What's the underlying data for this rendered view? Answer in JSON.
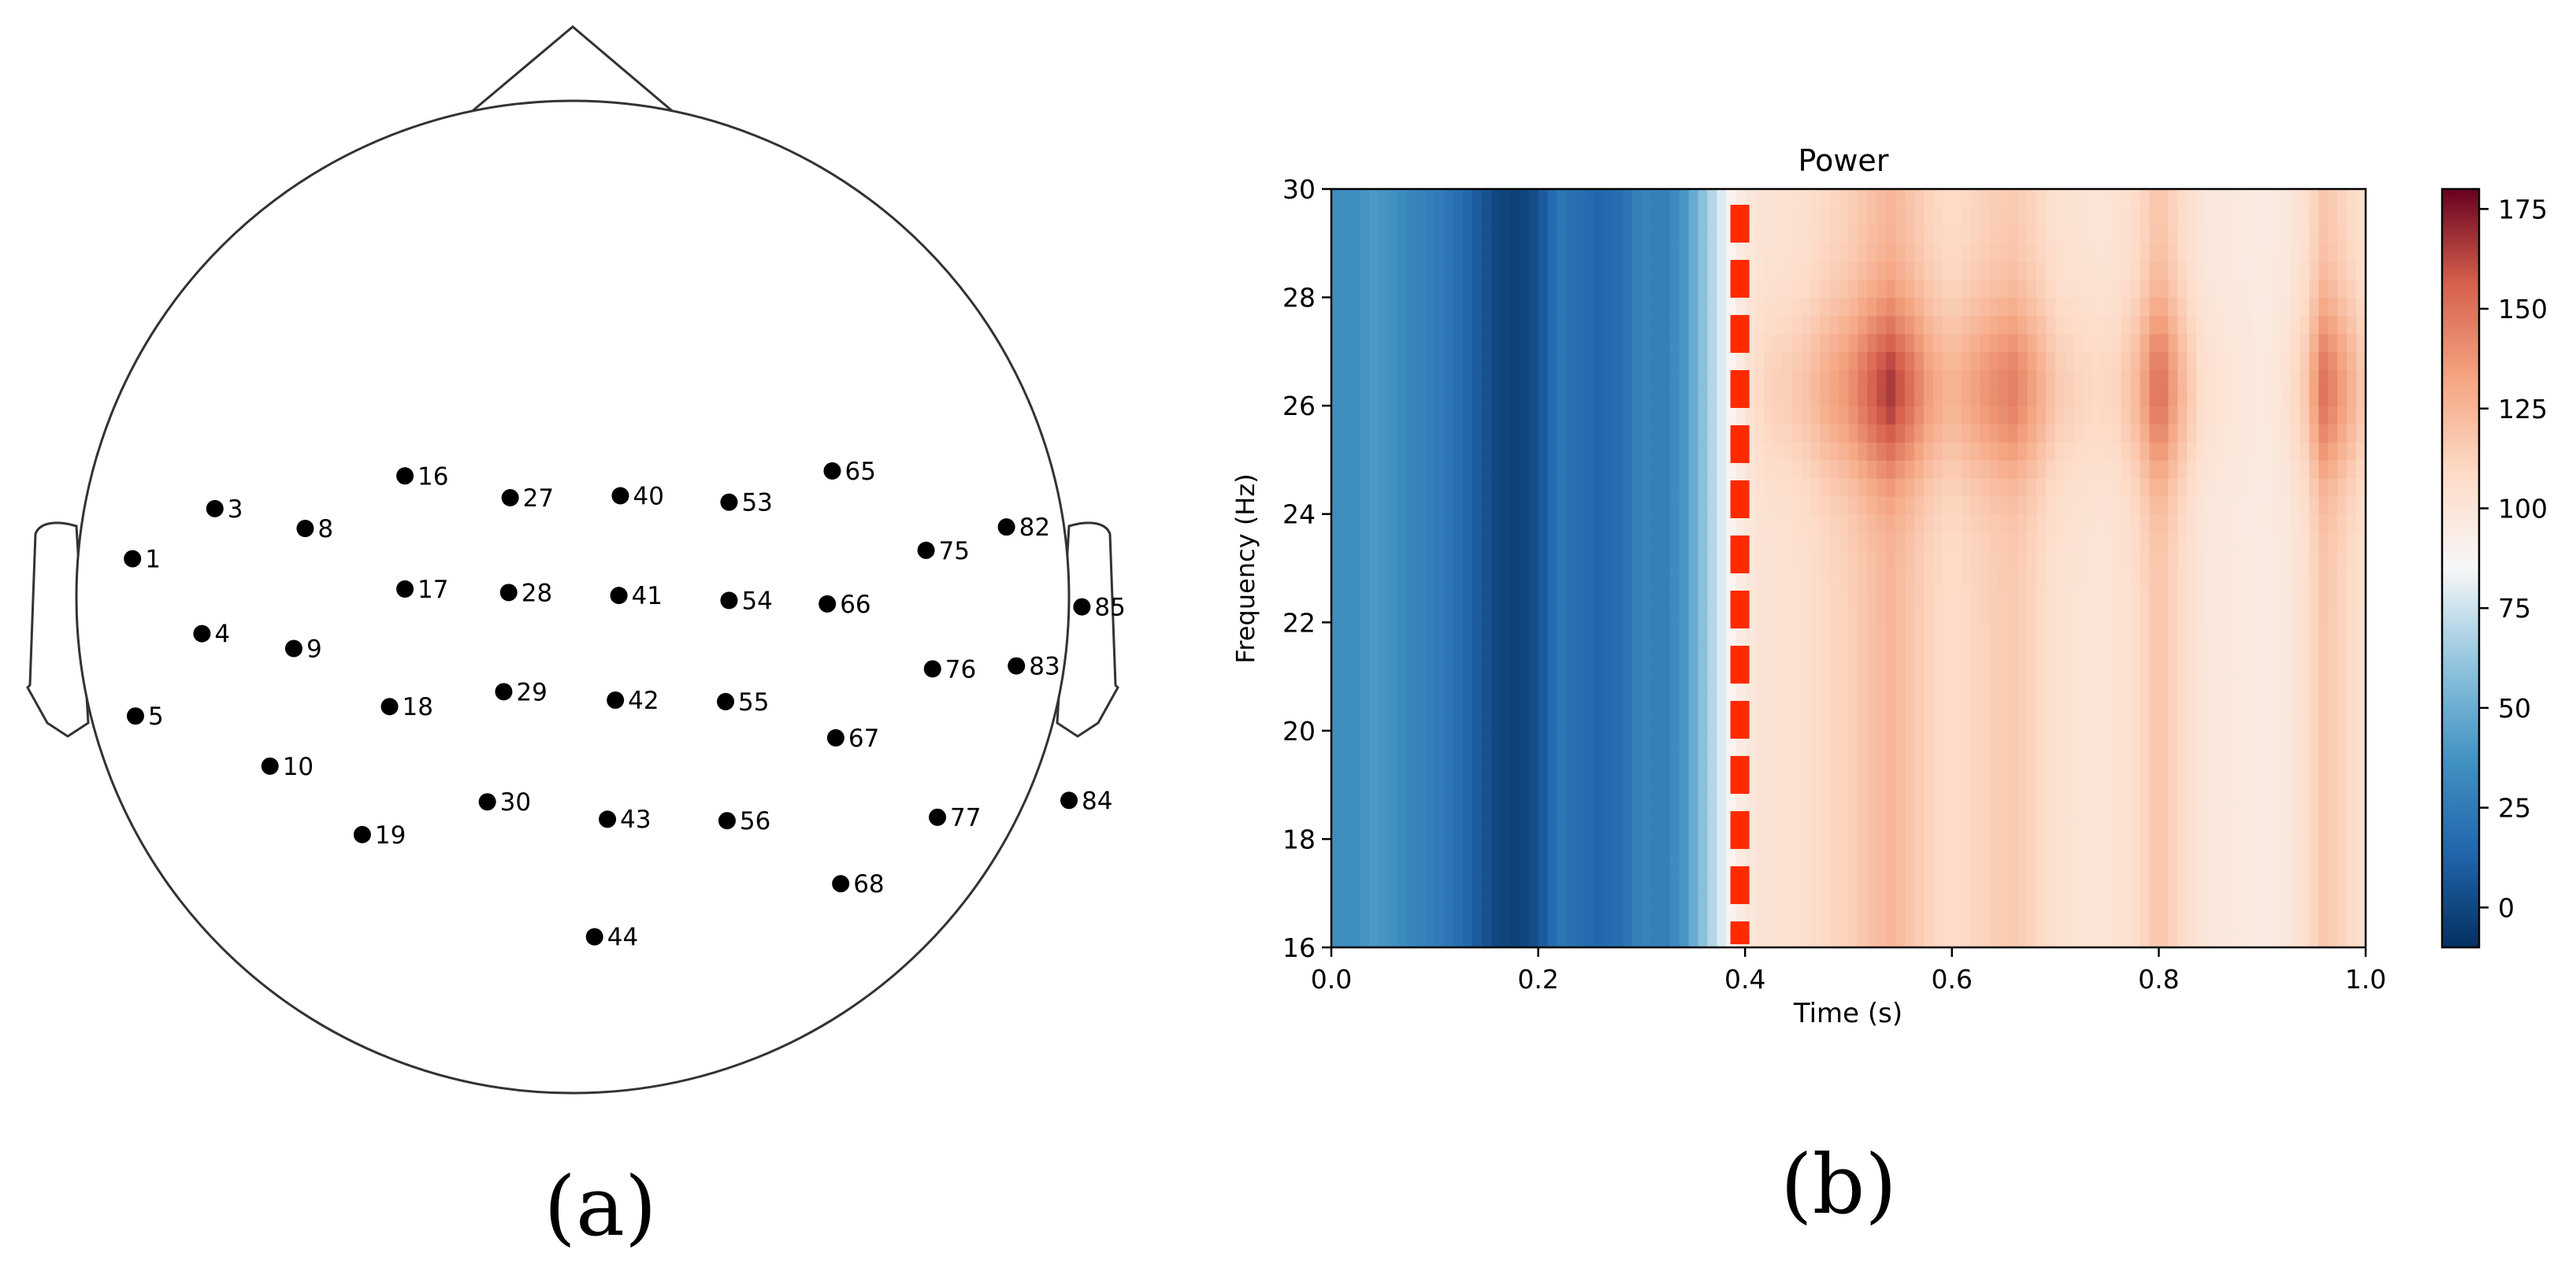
{
  "chart_data": [
    {
      "type": "scatter",
      "panel_label": "(a)",
      "electrodes": [
        {
          "label": "1",
          "x": -0.887,
          "y": 0.077
        },
        {
          "label": "3",
          "x": -0.721,
          "y": 0.178
        },
        {
          "label": "4",
          "x": -0.747,
          "y": -0.074
        },
        {
          "label": "5",
          "x": -0.881,
          "y": -0.24
        },
        {
          "label": "8",
          "x": -0.539,
          "y": 0.138
        },
        {
          "label": "9",
          "x": -0.562,
          "y": -0.104
        },
        {
          "label": "10",
          "x": -0.61,
          "y": -0.341
        },
        {
          "label": "16",
          "x": -0.338,
          "y": 0.244
        },
        {
          "label": "17",
          "x": -0.338,
          "y": 0.016
        },
        {
          "label": "18",
          "x": -0.369,
          "y": -0.221
        },
        {
          "label": "19",
          "x": -0.424,
          "y": -0.479
        },
        {
          "label": "27",
          "x": -0.126,
          "y": 0.2
        },
        {
          "label": "28",
          "x": -0.129,
          "y": 0.009
        },
        {
          "label": "29",
          "x": -0.139,
          "y": -0.191
        },
        {
          "label": "30",
          "x": -0.172,
          "y": -0.413
        },
        {
          "label": "40",
          "x": 0.096,
          "y": 0.204
        },
        {
          "label": "41",
          "x": 0.093,
          "y": 0.003
        },
        {
          "label": "42",
          "x": 0.086,
          "y": -0.208
        },
        {
          "label": "43",
          "x": 0.07,
          "y": -0.448
        },
        {
          "label": "44",
          "x": 0.044,
          "y": -0.685
        },
        {
          "label": "53",
          "x": 0.315,
          "y": 0.191
        },
        {
          "label": "54",
          "x": 0.315,
          "y": -0.007
        },
        {
          "label": "55",
          "x": 0.308,
          "y": -0.211
        },
        {
          "label": "56",
          "x": 0.311,
          "y": -0.451
        },
        {
          "label": "65",
          "x": 0.523,
          "y": 0.254
        },
        {
          "label": "66",
          "x": 0.513,
          "y": -0.014
        },
        {
          "label": "67",
          "x": 0.53,
          "y": -0.284
        },
        {
          "label": "68",
          "x": 0.54,
          "y": -0.578
        },
        {
          "label": "75",
          "x": 0.712,
          "y": 0.094
        },
        {
          "label": "76",
          "x": 0.725,
          "y": -0.145
        },
        {
          "label": "77",
          "x": 0.735,
          "y": -0.444
        },
        {
          "label": "82",
          "x": 0.874,
          "y": 0.141
        },
        {
          "label": "83",
          "x": 0.894,
          "y": -0.139
        },
        {
          "label": "84",
          "x": 1.0,
          "y": -0.41
        },
        {
          "label": "85",
          "x": 1.026,
          "y": -0.02
        }
      ]
    },
    {
      "type": "heatmap",
      "panel_label": "(b)",
      "title": "Power",
      "xlabel": "Time (s)",
      "ylabel": "Frequency (Hz)",
      "xlim": [
        0.0,
        1.0
      ],
      "ylim": [
        16,
        30
      ],
      "xticks": [
        "0.0",
        "0.2",
        "0.4",
        "0.6",
        "0.8",
        "1.0"
      ],
      "yticks": [
        "16",
        "18",
        "20",
        "22",
        "24",
        "26",
        "28",
        "30"
      ],
      "colorbar": {
        "min": -10,
        "max": 180,
        "ticks": [
          "0",
          "25",
          "50",
          "75",
          "100",
          "125",
          "150",
          "175"
        ],
        "colormap": "RdBu_r"
      },
      "marker_line": {
        "x": 0.395,
        "style": "dashed",
        "color": "#ff2a00"
      },
      "time_profile": [
        {
          "t": 0.0,
          "v": 35
        },
        {
          "t": 0.02,
          "v": 34
        },
        {
          "t": 0.04,
          "v": 40
        },
        {
          "t": 0.06,
          "v": 36
        },
        {
          "t": 0.08,
          "v": 30
        },
        {
          "t": 0.1,
          "v": 26
        },
        {
          "t": 0.12,
          "v": 20
        },
        {
          "t": 0.14,
          "v": 10
        },
        {
          "t": 0.16,
          "v": 0
        },
        {
          "t": 0.18,
          "v": -3
        },
        {
          "t": 0.2,
          "v": 5
        },
        {
          "t": 0.22,
          "v": 22
        },
        {
          "t": 0.24,
          "v": 18
        },
        {
          "t": 0.26,
          "v": 14
        },
        {
          "t": 0.28,
          "v": 18
        },
        {
          "t": 0.3,
          "v": 30
        },
        {
          "t": 0.32,
          "v": 26
        },
        {
          "t": 0.34,
          "v": 38
        },
        {
          "t": 0.36,
          "v": 60
        },
        {
          "t": 0.38,
          "v": 82
        },
        {
          "t": 0.4,
          "v": 100
        },
        {
          "t": 0.42,
          "v": 108
        },
        {
          "t": 0.44,
          "v": 110
        },
        {
          "t": 0.46,
          "v": 114
        },
        {
          "t": 0.48,
          "v": 122
        },
        {
          "t": 0.5,
          "v": 128
        },
        {
          "t": 0.52,
          "v": 140
        },
        {
          "t": 0.54,
          "v": 150
        },
        {
          "t": 0.56,
          "v": 138
        },
        {
          "t": 0.58,
          "v": 124
        },
        {
          "t": 0.6,
          "v": 118
        },
        {
          "t": 0.62,
          "v": 124
        },
        {
          "t": 0.64,
          "v": 130
        },
        {
          "t": 0.66,
          "v": 134
        },
        {
          "t": 0.68,
          "v": 124
        },
        {
          "t": 0.7,
          "v": 112
        },
        {
          "t": 0.72,
          "v": 108
        },
        {
          "t": 0.74,
          "v": 106
        },
        {
          "t": 0.76,
          "v": 108
        },
        {
          "t": 0.78,
          "v": 118
        },
        {
          "t": 0.8,
          "v": 140
        },
        {
          "t": 0.82,
          "v": 120
        },
        {
          "t": 0.84,
          "v": 104
        },
        {
          "t": 0.86,
          "v": 100
        },
        {
          "t": 0.88,
          "v": 98
        },
        {
          "t": 0.9,
          "v": 96
        },
        {
          "t": 0.92,
          "v": 100
        },
        {
          "t": 0.94,
          "v": 110
        },
        {
          "t": 0.96,
          "v": 138
        },
        {
          "t": 0.98,
          "v": 124
        },
        {
          "t": 1.0,
          "v": 110
        }
      ]
    }
  ]
}
